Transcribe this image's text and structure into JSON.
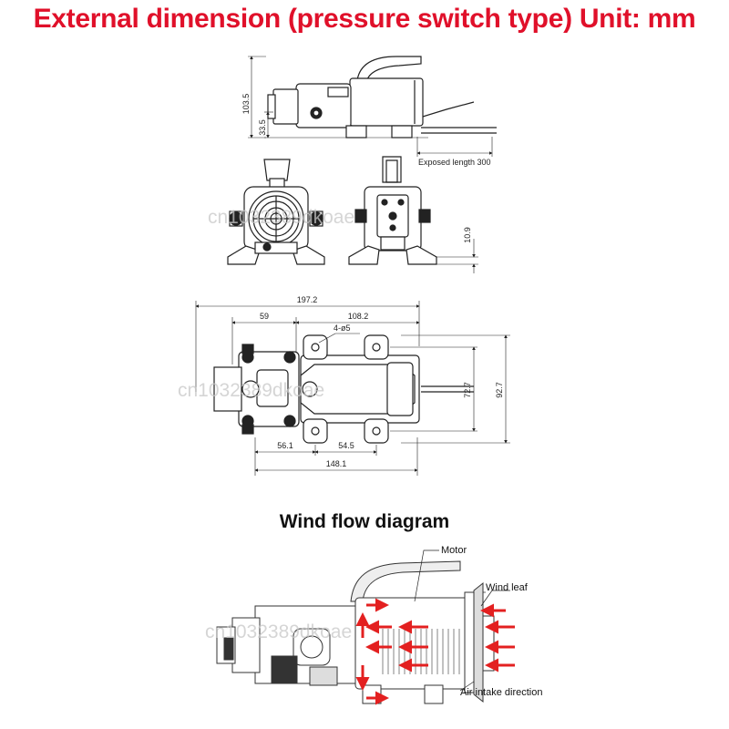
{
  "title": "External dimension (pressure switch type) Unit: mm",
  "wind_flow_title": "Wind flow diagram",
  "watermark": "cn1032389dkoae",
  "side_view": {
    "height_total": "103.5",
    "height_base": "33.5",
    "cable_note": "Exposed length 300"
  },
  "end_view": {
    "foot_height": "10.9"
  },
  "top_view": {
    "overall_length": "197.2",
    "pump_length": "59",
    "motor_length": "108.2",
    "hole_note": "4-ø5",
    "mount_width_inner": "72.7",
    "mount_width_outer": "92.7",
    "front_to_hole": "56.1",
    "hole_spacing": "54.5",
    "body_length": "148.1"
  },
  "wind_flow": {
    "motor_label": "Motor",
    "wind_leaf_label": "Wind leaf",
    "air_intake_label": "Air intake direction",
    "arrow_color": "#e32020"
  }
}
